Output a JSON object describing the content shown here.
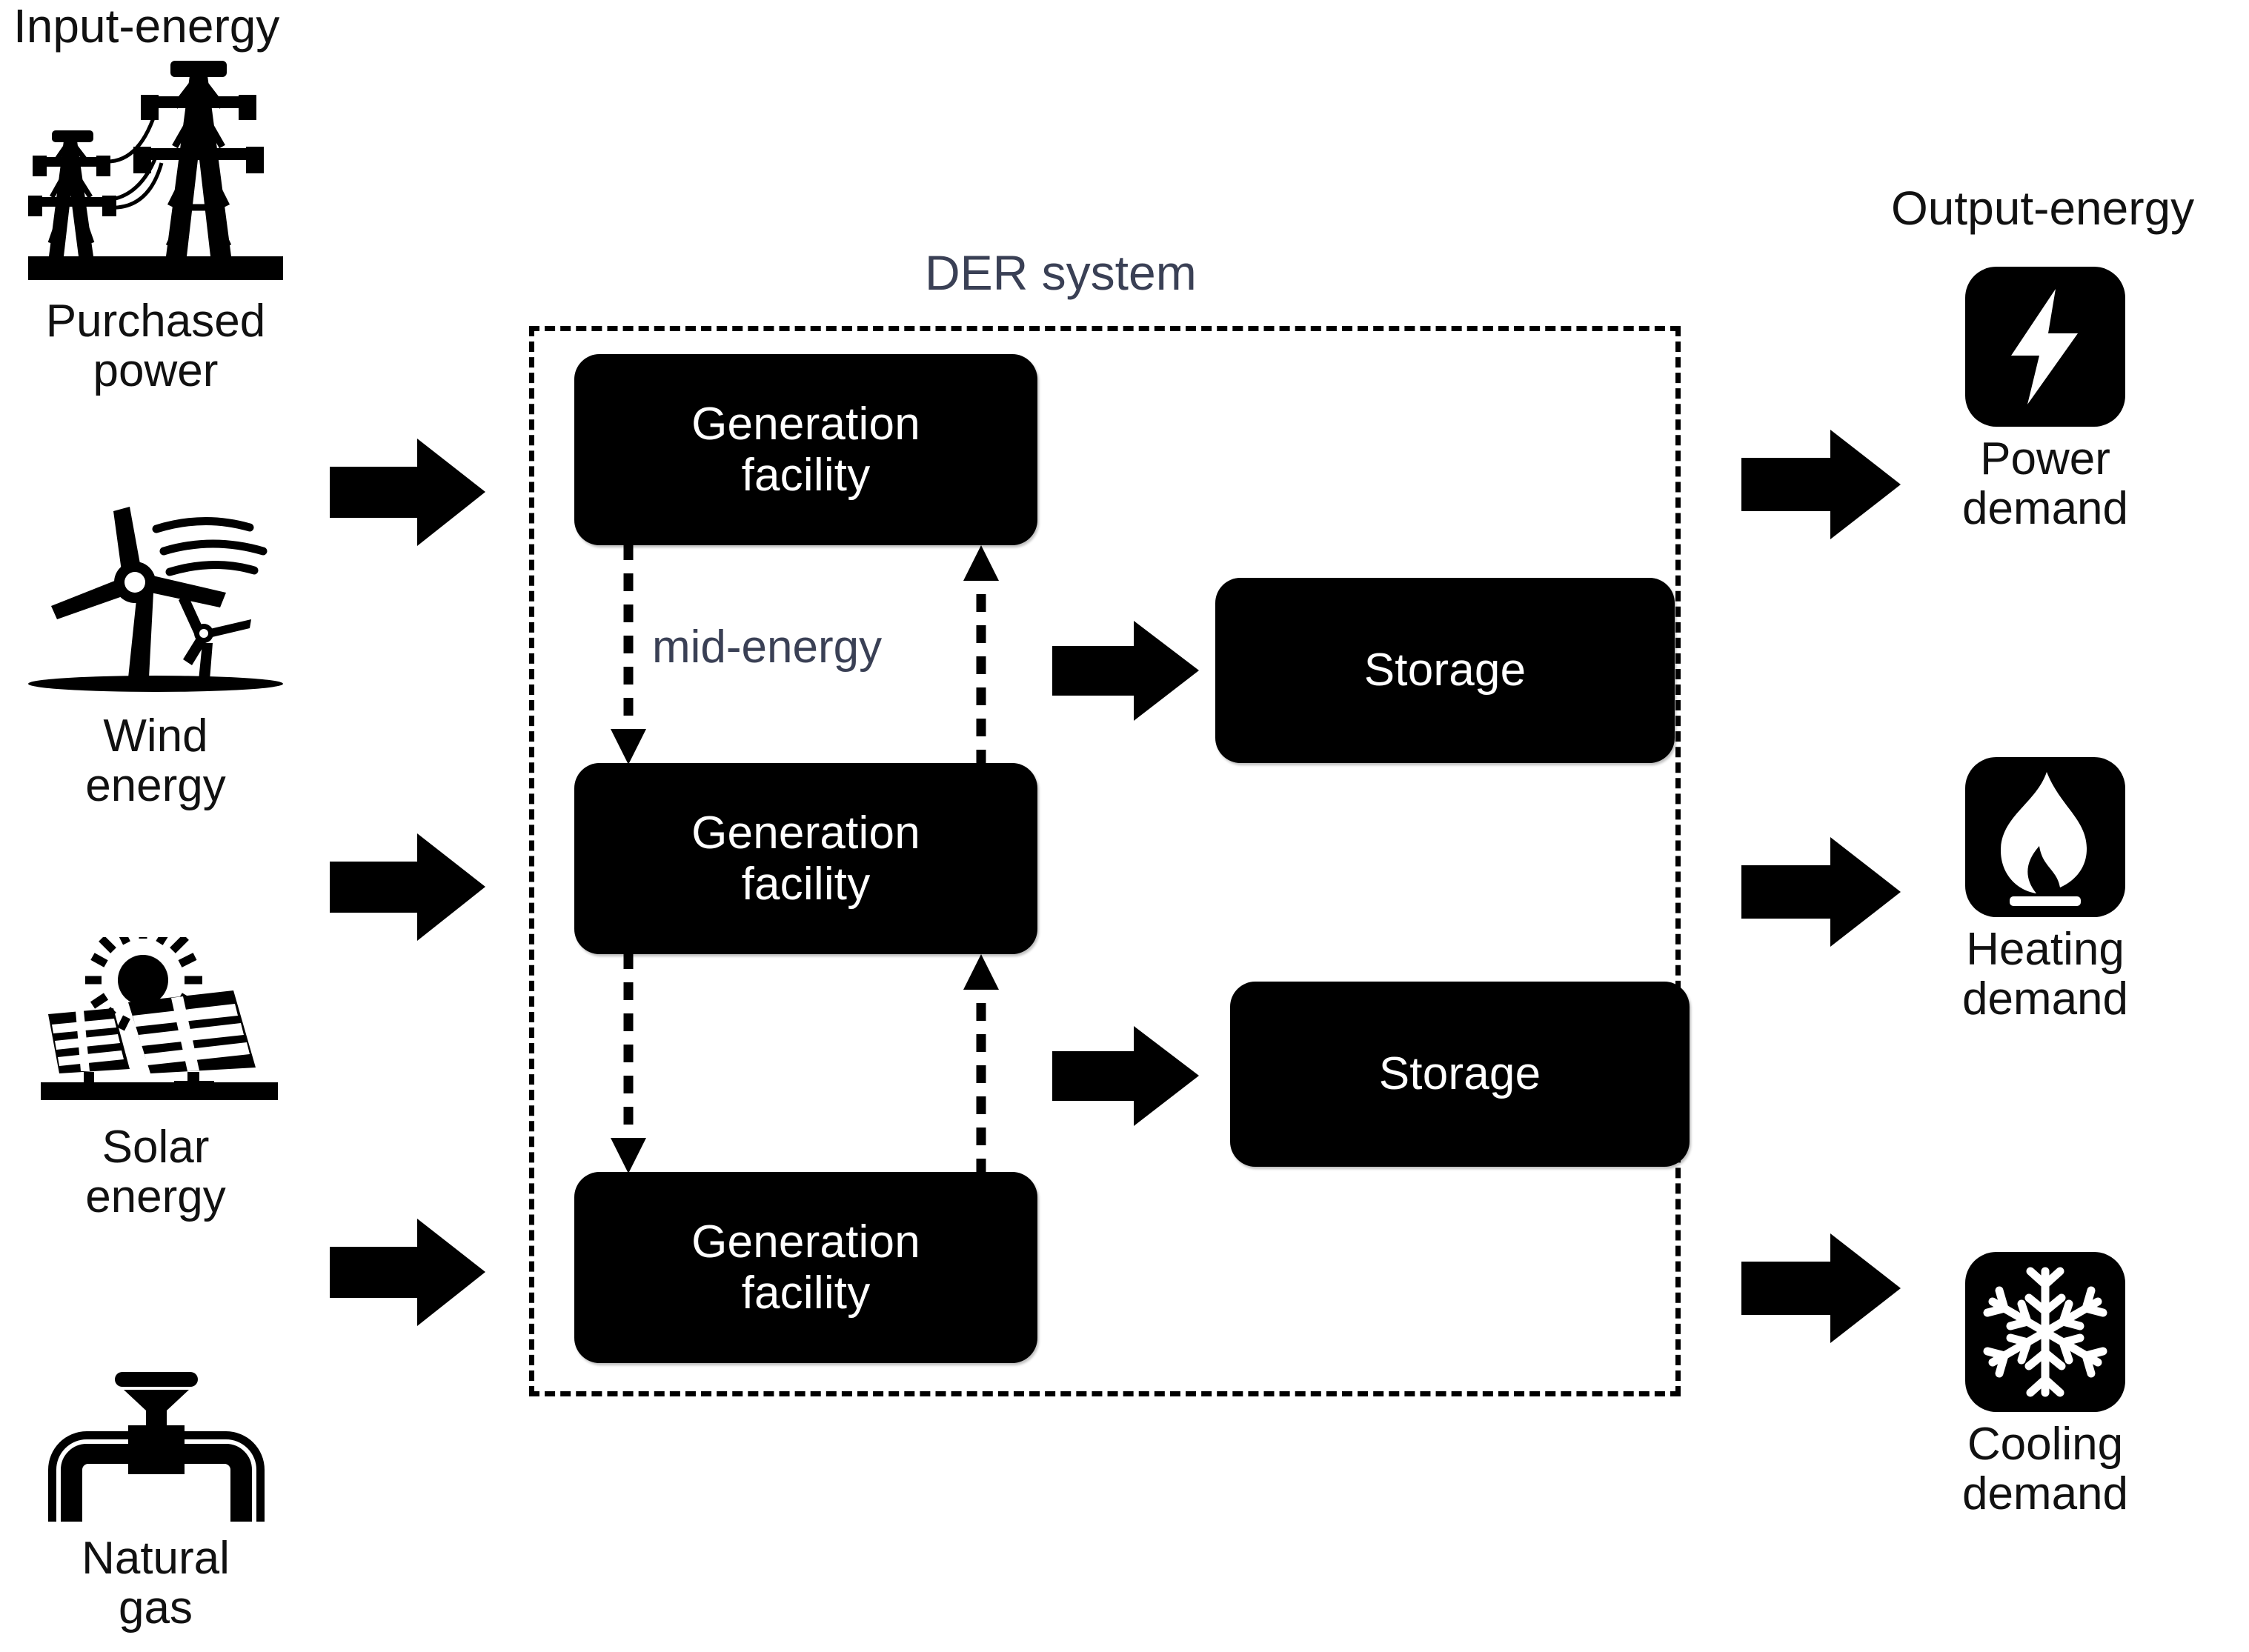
{
  "headings": {
    "input": "Input-energy",
    "output": "Output-energy",
    "der_system": "DER system",
    "mid_energy": "mid-energy"
  },
  "colors": {
    "node_fill": "#000000",
    "node_text": "#ffffff",
    "accent_text": "#3a4055",
    "body_text": "#111111",
    "background": "#ffffff"
  },
  "inputs": [
    {
      "icon": "transmission-tower-icon",
      "label": "Purchased\npower",
      "label_line1": "Purchased",
      "label_line2": "power"
    },
    {
      "icon": "wind-turbine-icon",
      "label": "Wind\nenergy",
      "label_line1": "Wind",
      "label_line2": "energy"
    },
    {
      "icon": "solar-panel-icon",
      "label": "Solar\nenergy",
      "label_line1": "Solar",
      "label_line2": "energy"
    },
    {
      "icon": "gas-pipe-valve-icon",
      "label": "Natural\ngas",
      "label_line1": "Natural",
      "label_line2": "gas"
    }
  ],
  "der": {
    "generation_facilities": [
      {
        "line1": "Generation",
        "line2": "facility"
      },
      {
        "line1": "Generation",
        "line2": "facility"
      },
      {
        "line1": "Generation",
        "line2": "facility"
      }
    ],
    "storages": [
      {
        "label": "Storage"
      },
      {
        "label": "Storage"
      }
    ]
  },
  "outputs": [
    {
      "icon": "lightning-bolt-icon",
      "label_line1": "Power",
      "label_line2": "demand"
    },
    {
      "icon": "flame-icon",
      "label_line1": "Heating",
      "label_line2": "demand"
    },
    {
      "icon": "snowflake-icon",
      "label_line1": "Cooling",
      "label_line2": "demand"
    }
  ],
  "arrows": {
    "input_to_der": 3,
    "der_to_output": 3,
    "gen_to_storage": 2,
    "mid_energy_down": 2,
    "mid_energy_up": 2
  }
}
